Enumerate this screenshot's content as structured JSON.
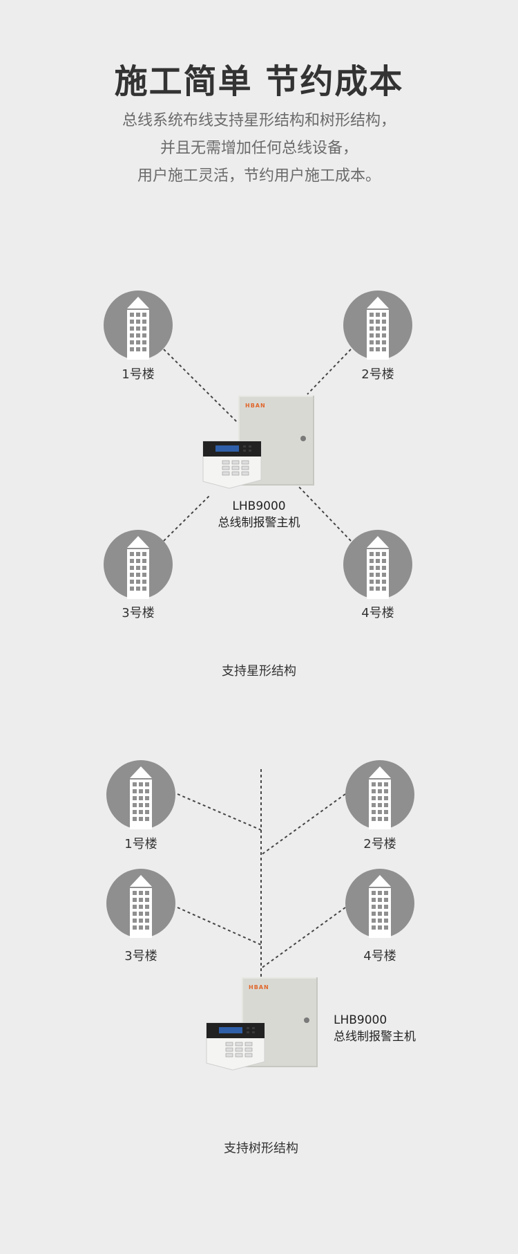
{
  "header": {
    "title": "施工简单 节约成本",
    "lines": [
      "总线系统布线支持星形结构和树形结构，",
      "并且无需增加任何总线设备，",
      "用户施工灵活，节约用户施工成本。"
    ]
  },
  "star": {
    "buildings": [
      "1号楼",
      "2号楼",
      "3号楼",
      "4号楼"
    ],
    "host_model": "LHB9000",
    "host_name": "总线制报警主机",
    "caption": "支持星形结构"
  },
  "tree": {
    "buildings": [
      "1号楼",
      "2号楼",
      "3号楼",
      "4号楼"
    ],
    "host_model": "LHB9000",
    "host_name": "总线制报警主机",
    "caption": "支持树形结构"
  },
  "brand_text": "HBAN",
  "colors": {
    "background": "#ededed",
    "icon_circle": "#8f8f8f",
    "brand": "#e0662a"
  }
}
